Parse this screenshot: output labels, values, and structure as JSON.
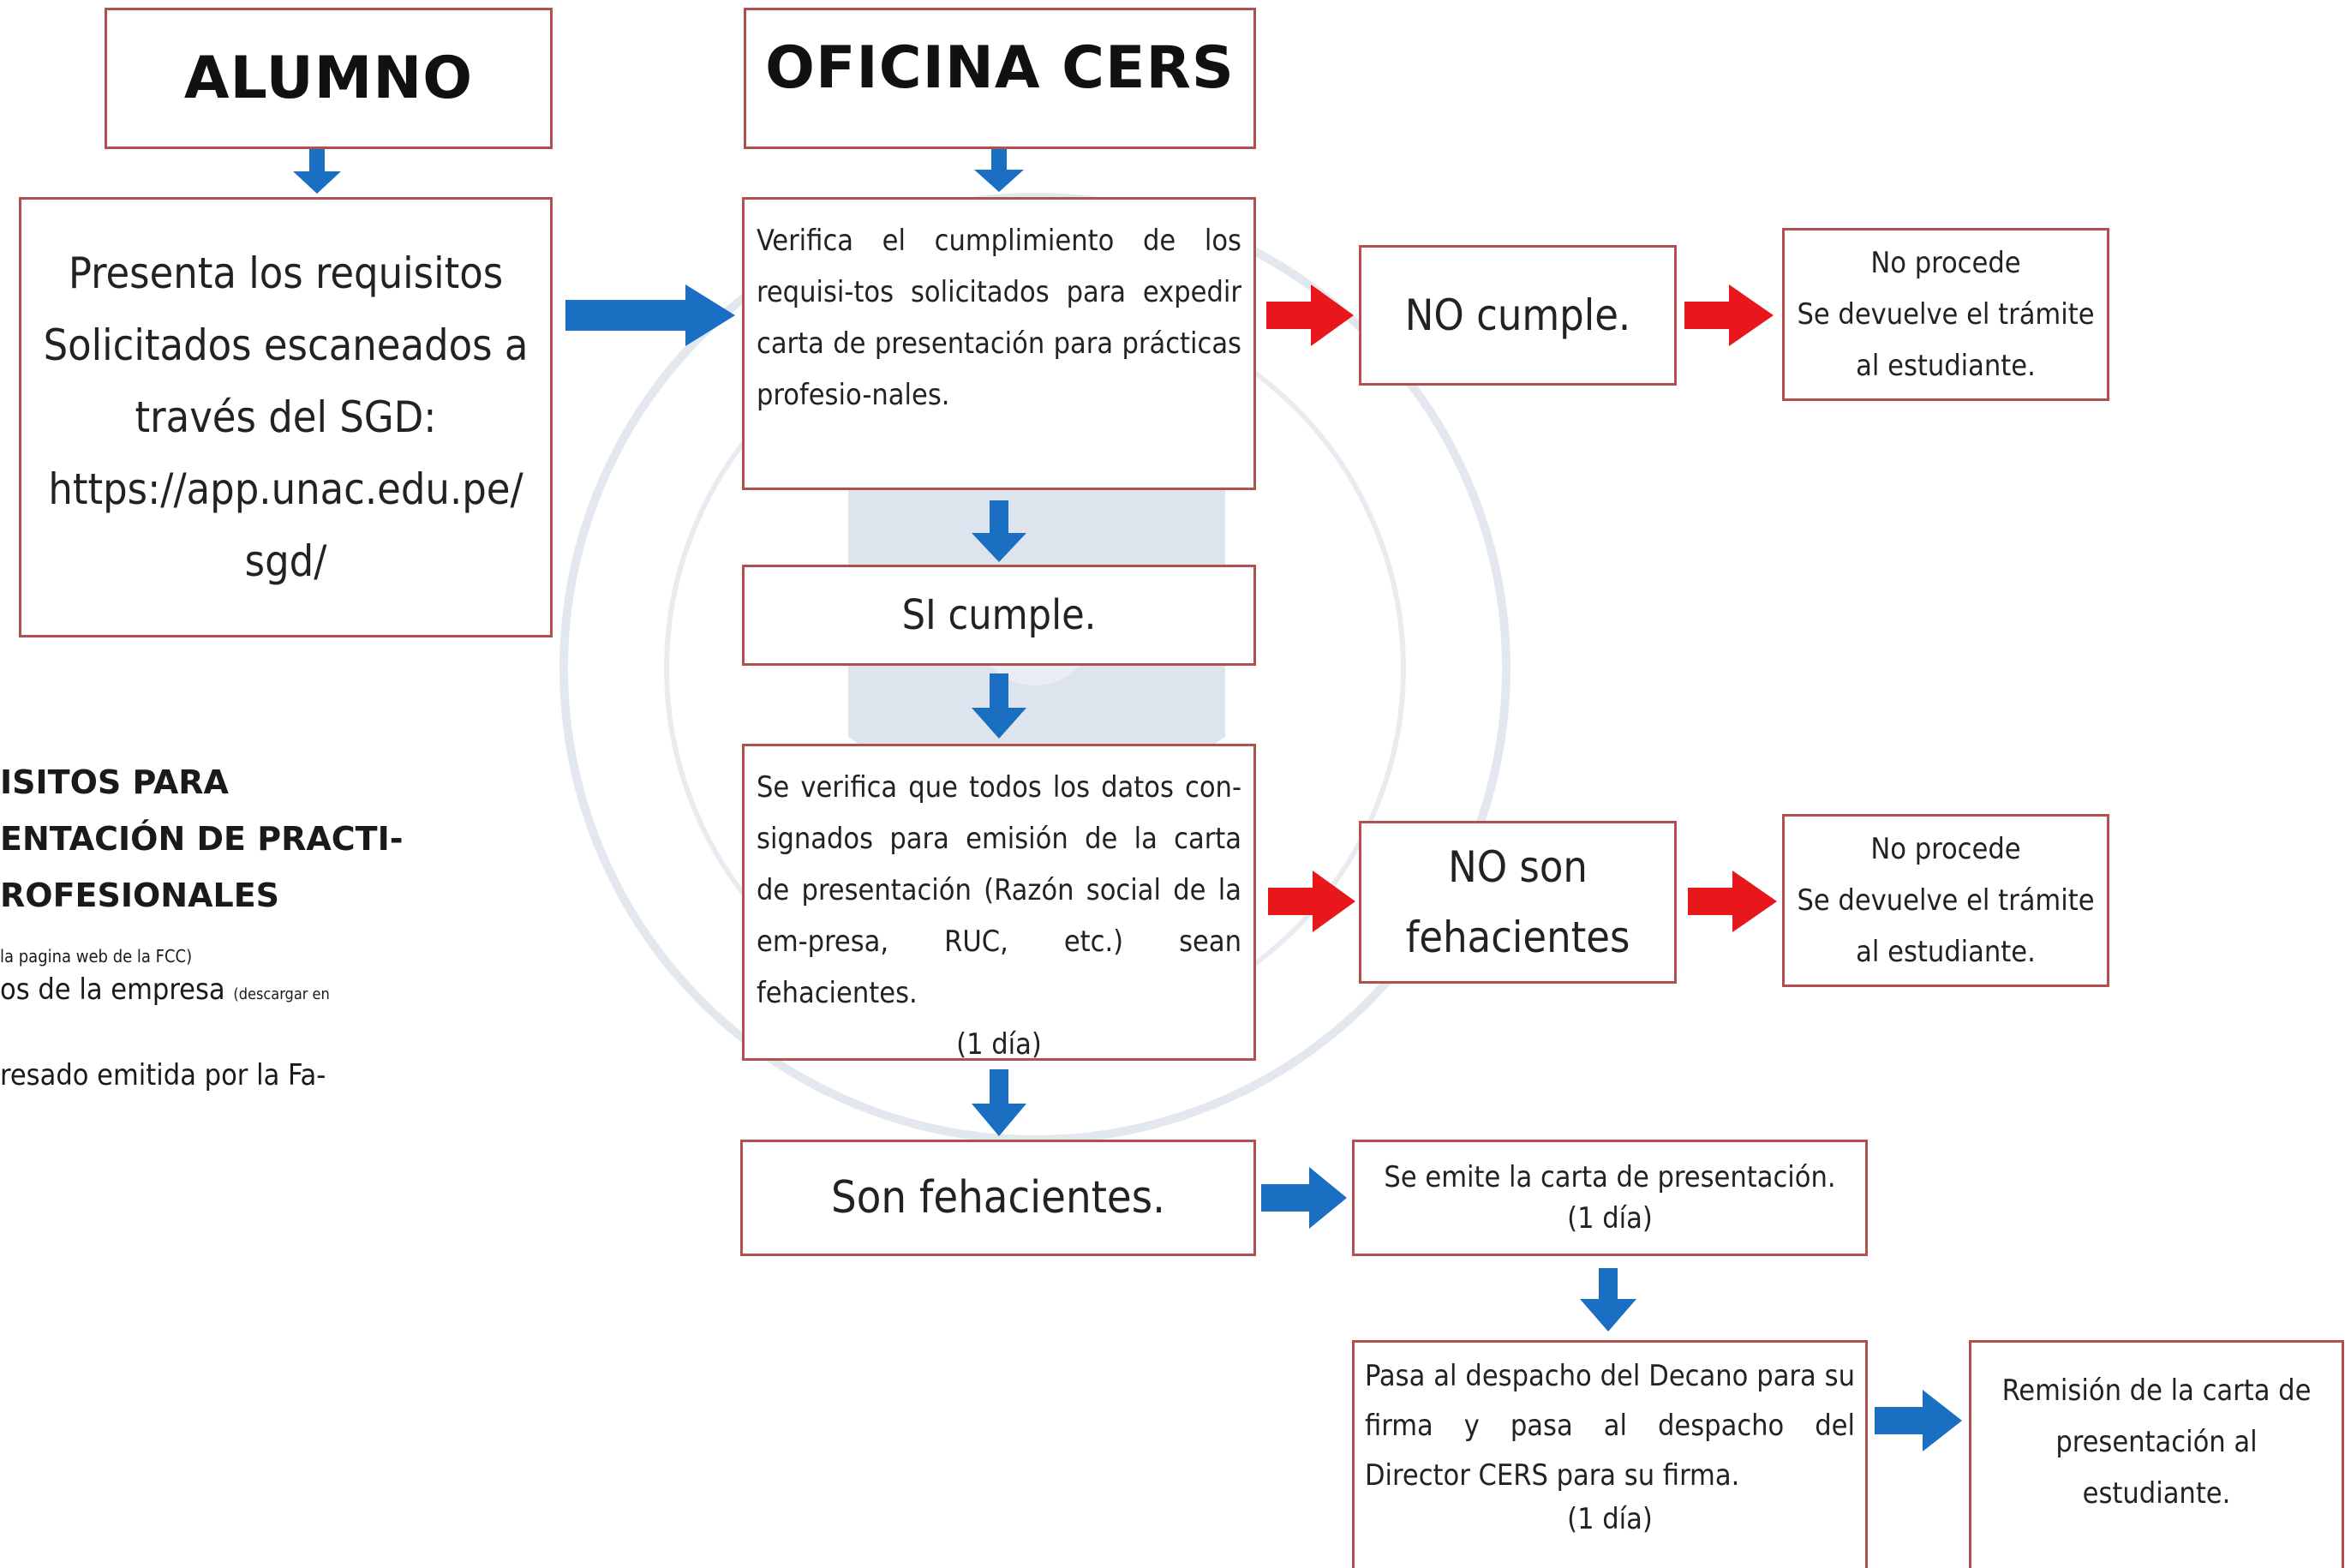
{
  "headers": {
    "alumno": "ALUMNO",
    "oficina": "OFICINA CERS"
  },
  "alumno_box": {
    "lines": [
      "Presenta los requisitos",
      "Solicitados escaneados a",
      "través del SGD:",
      "https://app.unac.edu.pe/",
      "sgd/"
    ]
  },
  "verifica_box": {
    "text": "Verifica el cumplimiento de los requisi-tos solicitados para expedir carta de presentación para prácticas profesio-nales."
  },
  "no_cumple": "NO cumple.",
  "no_procede_1": [
    "No procede",
    "Se devuelve el trámite",
    "al estudiante."
  ],
  "si_cumple": "SI cumple.",
  "verifica_datos_box": {
    "text": "Se verifica que todos los datos con-signados para emisión de la carta de presentación (Razón social de la em-presa, RUC, etc.) sean fehacientes.",
    "time": "(1 día)"
  },
  "no_son": [
    "NO son",
    "fehacientes"
  ],
  "no_procede_2": [
    "No procede",
    "Se devuelve el trámite",
    "al estudiante."
  ],
  "son_fehacientes": "Son fehacientes.",
  "emite_box": [
    "Se emite la carta de presentación.",
    "(1 día)"
  ],
  "despacho_box": {
    "text": "Pasa al despacho del Decano para su firma y pasa al despacho del Director CERS para su firma.",
    "time": "(1 día)"
  },
  "remision_box": [
    "Remisión de la carta de",
    "presentación al",
    "estudiante."
  ],
  "left_partial": {
    "heading": [
      "ISITOS PARA",
      "ENTACIÓN  DE PRACTI-",
      "ROFESIONALES"
    ],
    "small_note": "la pagina web de la FCC)",
    "item1": "os  de la empresa",
    "item1_small": "(descargar en",
    "item2": "resado emitida por la Fa-"
  },
  "colors": {
    "box_border": "#b1504f",
    "blue_arrow": "#1b6fc2",
    "red_arrow": "#e8171b",
    "watermark": "#dfe6ee"
  }
}
